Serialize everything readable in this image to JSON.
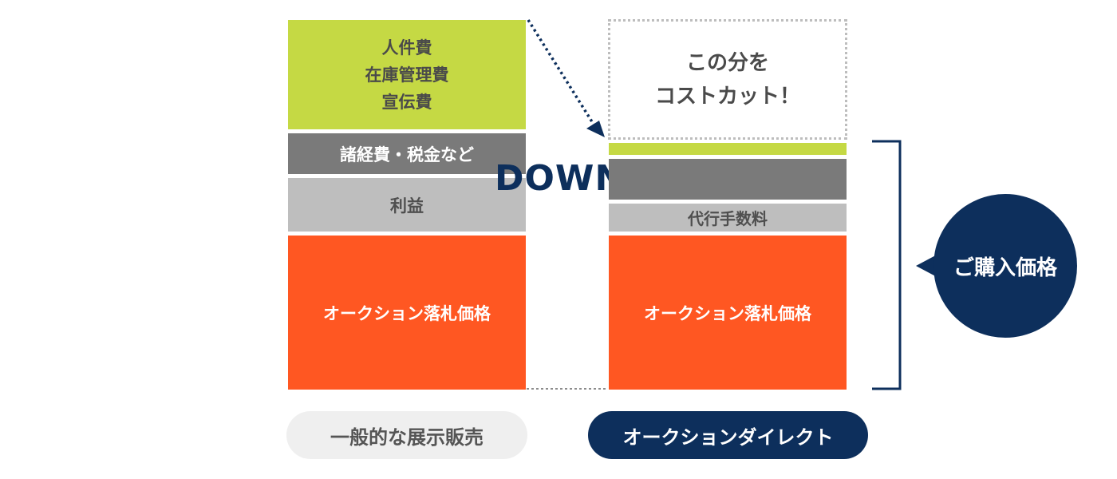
{
  "left_column": {
    "cost_lines": [
      "人件費",
      "在庫管理費",
      "宣伝費"
    ],
    "misc_label": "諸経費・税金など",
    "profit_label": "利益",
    "auction_label": "オークション落札価格",
    "caption": "一般的な展示販売"
  },
  "right_column": {
    "cut_lines": [
      "この分を",
      "コストカット！"
    ],
    "fee_label": "代行手数料",
    "auction_label": "オークション落札価格",
    "caption": "オークションダイレクト"
  },
  "down_label": "DOWN!",
  "purchase_label": "ご購入価格",
  "colors": {
    "green": "#c5d944",
    "gray_dark": "#7a7a7a",
    "gray_light": "#bebebe",
    "orange": "#ff5722",
    "navy": "#0d2f5c",
    "caption_bg": "#efefef"
  }
}
